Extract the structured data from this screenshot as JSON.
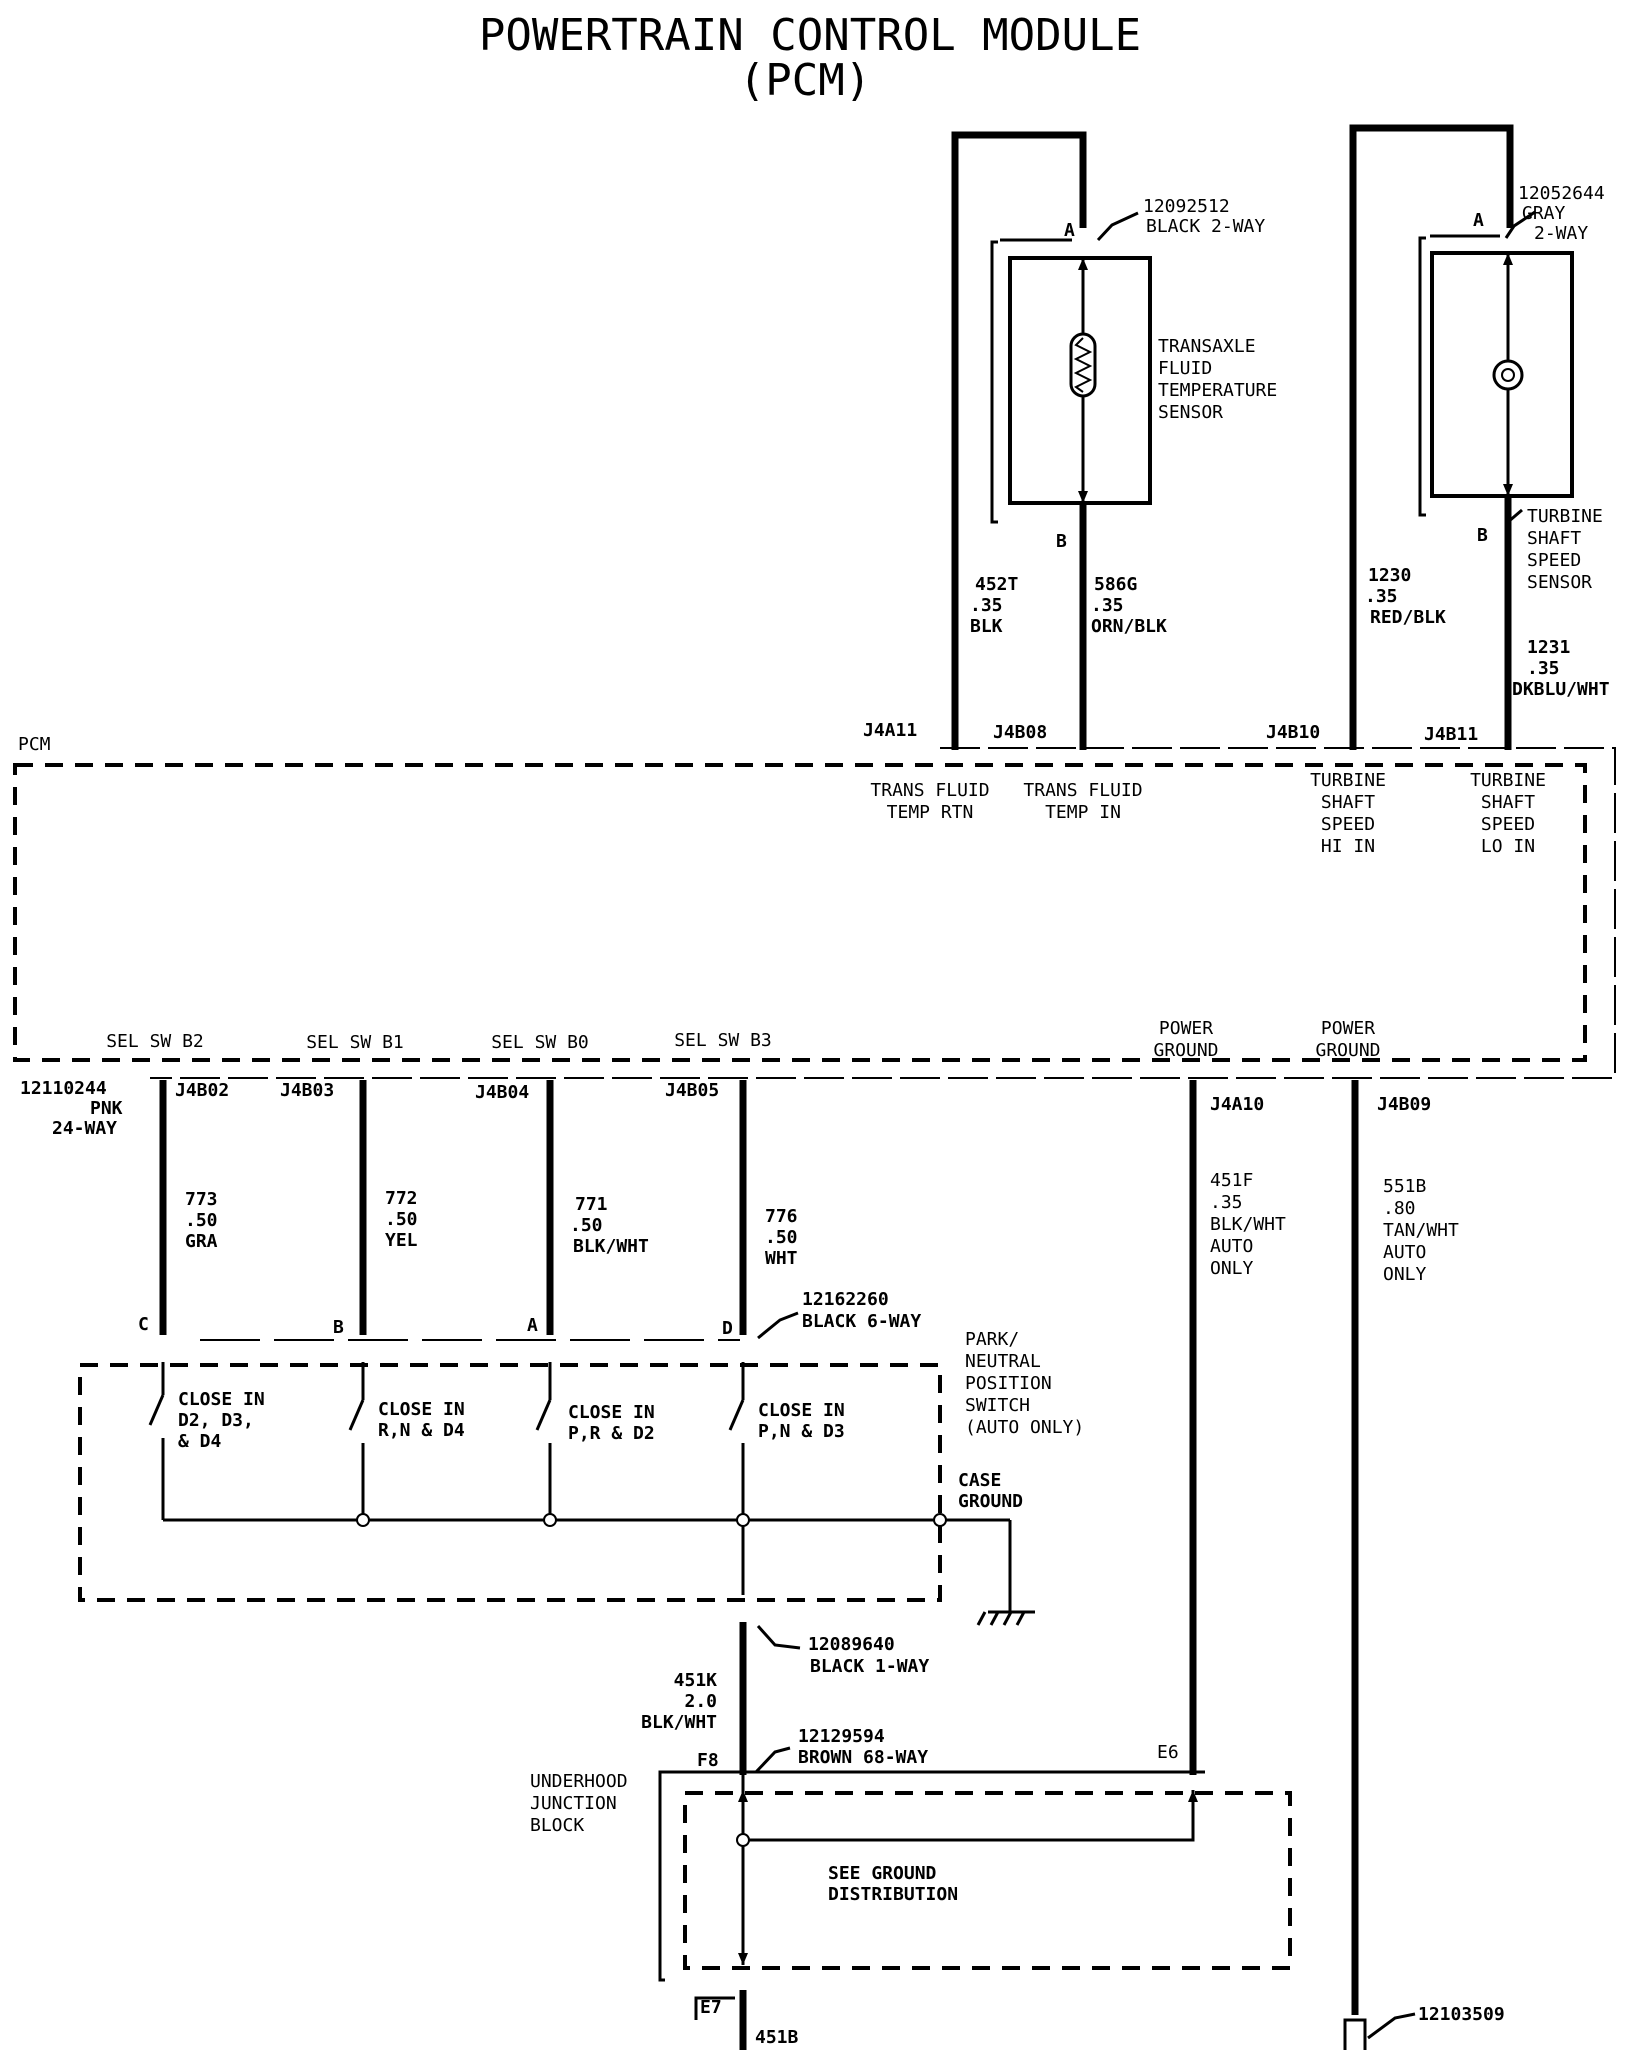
{
  "title": {
    "line1": "POWERTRAIN CONTROL MODULE",
    "line2": "(PCM)"
  },
  "tft_sensor": {
    "part": "12092512",
    "connector": "BLACK 2-WAY",
    "pin_a": "A",
    "pin_b": "B",
    "name": [
      "TRANSAXLE",
      "FLUID",
      "TEMPERATURE",
      "SENSOR"
    ]
  },
  "tss_sensor": {
    "part": "12052644",
    "color": "GRAY",
    "connector": "2-WAY",
    "pin_a": "A",
    "pin_b": "B",
    "name": [
      "TURBINE",
      "SHAFT",
      "SPEED",
      "SENSOR"
    ]
  },
  "upper_wires": [
    {
      "circuit": "452T",
      "gauge": ".35",
      "color": "BLK",
      "pin": "J4A11"
    },
    {
      "circuit": "586G",
      "gauge": ".35",
      "color": "ORN/BLK",
      "pin": "J4B08"
    },
    {
      "circuit": "1230",
      "gauge": ".35",
      "color": "RED/BLK",
      "pin": "J4B10"
    },
    {
      "circuit": "1231",
      "gauge": ".35",
      "color": "DKBLU/WHT",
      "pin": "J4B11"
    }
  ],
  "pcm": {
    "label": "PCM",
    "top_signals": [
      [
        "TRANS FLUID",
        "TEMP RTN"
      ],
      [
        "TRANS FLUID",
        "TEMP IN"
      ],
      [
        "TURBINE",
        "SHAFT",
        "SPEED",
        "HI IN"
      ],
      [
        "TURBINE",
        "SHAFT",
        "SPEED",
        "LO IN"
      ]
    ],
    "bottom_signals": [
      "SEL SW B2",
      "SEL SW B1",
      "SEL SW B0",
      "SEL SW B3"
    ],
    "power_grounds": [
      [
        "POWER",
        "GROUND"
      ],
      [
        "POWER",
        "GROUND"
      ]
    ],
    "connector": {
      "part": "12110244",
      "color": "PNK",
      "ways": "24-WAY"
    }
  },
  "lower_wires": [
    {
      "pin": "J4B02",
      "circuit": "773",
      "gauge": ".50",
      "color": "GRA",
      "sw_pin": "C"
    },
    {
      "pin": "J4B03",
      "circuit": "772",
      "gauge": ".50",
      "color": "YEL",
      "sw_pin": "B"
    },
    {
      "pin": "J4B04",
      "circuit": "771",
      "gauge": ".50",
      "color": "BLK/WHT",
      "sw_pin": "A"
    },
    {
      "pin": "J4B05",
      "circuit": "776",
      "gauge": ".50",
      "color": "WHT",
      "sw_pin": "D"
    }
  ],
  "ground_wires": [
    {
      "pin": "J4A10",
      "lines": [
        "451F",
        ".35",
        "BLK/WHT",
        "AUTO",
        "ONLY"
      ]
    },
    {
      "pin": "J4B09",
      "lines": [
        "551B",
        ".80",
        "TAN/WHT",
        "AUTO",
        "ONLY"
      ]
    }
  ],
  "pnp_switch": {
    "part": "12162260",
    "connector": "BLACK 6-WAY",
    "name": [
      "PARK/",
      "NEUTRAL",
      "POSITION",
      "SWITCH",
      "(AUTO ONLY)"
    ],
    "contacts": [
      [
        "CLOSE IN",
        "D2, D3,",
        "& D4"
      ],
      [
        "CLOSE IN",
        "R,N & D4"
      ],
      [
        "CLOSE IN",
        "P,R & D2"
      ],
      [
        "CLOSE IN",
        "P,N & D3"
      ]
    ],
    "case_ground": [
      "CASE",
      "GROUND"
    ]
  },
  "connector_1way": {
    "part": "12089640",
    "connector": "BLACK 1-WAY"
  },
  "wire_451k": {
    "circuit": "451K",
    "gauge": "2.0",
    "color": "BLK/WHT"
  },
  "junction_block": {
    "part": "12129594",
    "connector": "BROWN 68-WAY",
    "pin_f8": "F8",
    "pin_e6": "E6",
    "pin_e7": "E7",
    "name": [
      "UNDERHOOD",
      "JUNCTION",
      "BLOCK"
    ],
    "note": [
      "SEE GROUND",
      "DISTRIBUTION"
    ]
  },
  "bottom_wire": {
    "circuit": "451B"
  },
  "bottom_part": "12103509"
}
